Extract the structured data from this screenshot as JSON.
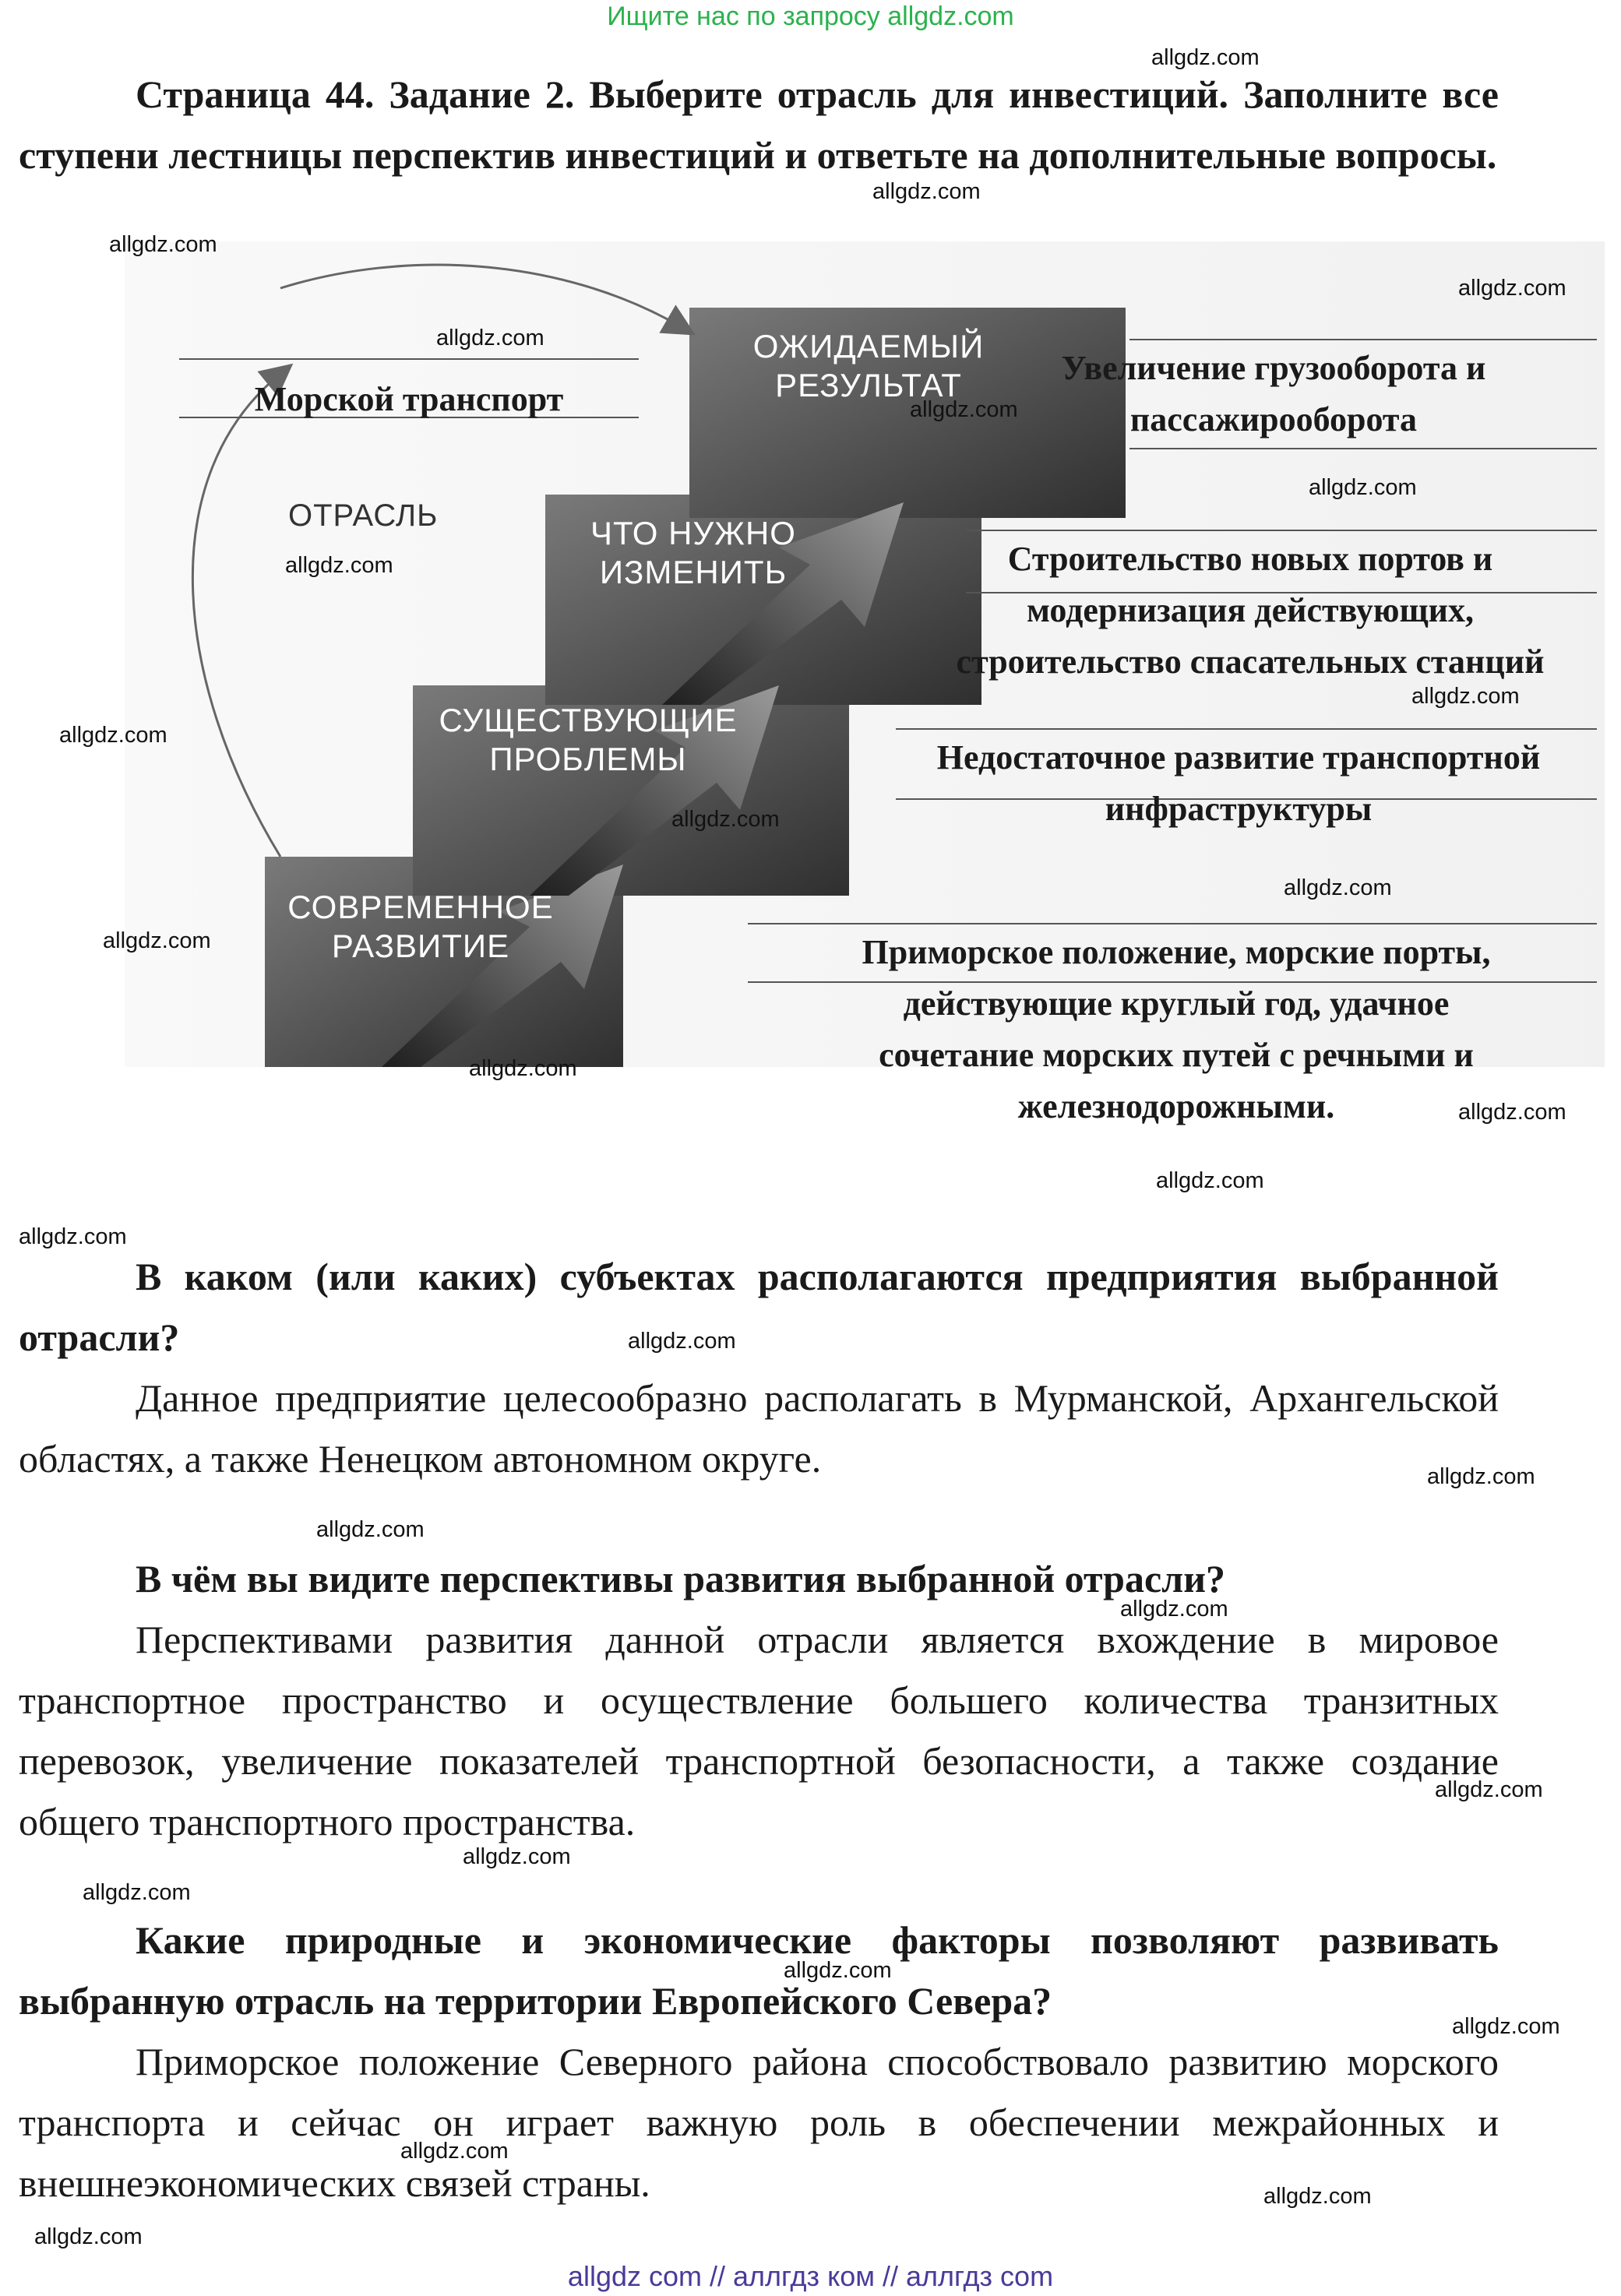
{
  "banner": "Ищите нас по запросу allgdz.com",
  "heading": "Страница 44. Задание 2.      Выберите отрасль для инвестиций. Заполните все ступени лестницы перспектив инвестиций и ответьте на дополнительные вопросы.",
  "diagram": {
    "industry_label": "ОТРАСЛЬ",
    "industry_value": "Морской транспорт",
    "steps": {
      "expected_line1": "ОЖИДАЕМЫЙ",
      "expected_line2": "РЕЗУЛЬТАТ",
      "change_line1": "ЧТО НУЖНО",
      "change_line2": "ИЗМЕНИТЬ",
      "problems_line1": "СУЩЕСТВУЮЩИЕ",
      "problems_line2": "ПРОБЛЕМЫ",
      "modern_line1": "СОВРЕМЕННОЕ",
      "modern_line2": "РАЗВИТИЕ"
    },
    "answers": {
      "expected_1": "Увеличение грузооборота и",
      "expected_2": "пассажирооборота",
      "change_1": "Строительство новых портов и",
      "change_2": "модернизация действующих,",
      "change_3": "строительство спасательных станций",
      "problems_1": "Недостаточное развитие транспортной",
      "problems_2": "инфраструктуры",
      "modern_1": "Приморское положение, морские порты,",
      "modern_2": "действующие круглый год, удачное",
      "modern_3": "сочетание морских путей с речными и",
      "modern_4": "железнодорожными."
    }
  },
  "q1": {
    "question": "В каком (или каких) субъектах располагаются предприятия выбранной отрасли?",
    "answer": "Данное предприятие целесообразно располагать в Мурманской, Архангельской областях, а также Ненецком автономном округе."
  },
  "q2": {
    "question": "В чём вы видите перспективы развития выбранной отрасли?",
    "answer": "Перспективами развития данной отрасли является вхождение в мировое транспортное пространство и осуществление большего количества транзитных перевозок, увеличение показателей транспортной безопасности, а также создание общего транспортного пространства."
  },
  "q3": {
    "question": "Какие природные и экономические факторы позволяют развивать выбранную отрасль на территории Европейского Севера?",
    "answer": "Приморское положение Северного района способствовало развитию морского транспорта и сейчас он играет важную роль в обеспечении межрайонных и внешнеэкономических связей страны."
  },
  "watermark": "allgdz.com",
  "footer": "allgdz com  //  аллгдз ком  //  аллгдз com"
}
